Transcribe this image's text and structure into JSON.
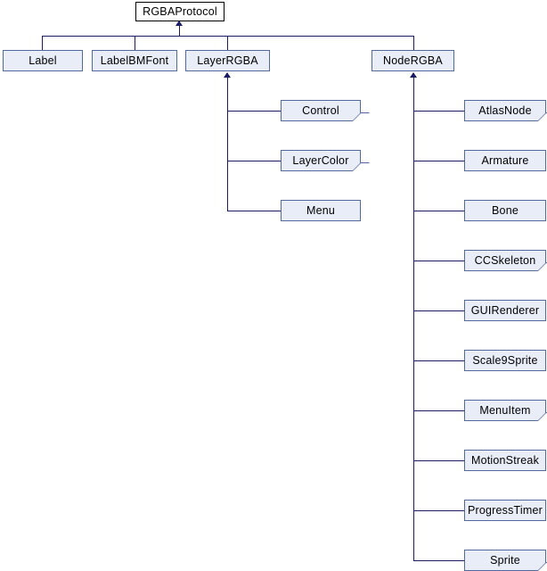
{
  "diagram": {
    "title": "RGBAProtocol inheritance diagram",
    "type": "uml-inheritance",
    "colors": {
      "node_fill": "#e8edf7",
      "node_border": "#51699e",
      "root_fill": "#ffffff",
      "root_border": "#000000",
      "connector": "#1b1b66",
      "background": "#ffffff",
      "text": "#000000"
    },
    "root": {
      "label": "RGBAProtocol"
    },
    "level1": [
      {
        "label": "Label",
        "folded": false
      },
      {
        "label": "LabelBMFont",
        "folded": false
      },
      {
        "label": "LayerRGBA",
        "folded": false
      },
      {
        "label": "NodeRGBA",
        "folded": false
      }
    ],
    "layerrgba_children": [
      {
        "label": "Control",
        "folded": true
      },
      {
        "label": "LayerColor",
        "folded": true
      },
      {
        "label": "Menu",
        "folded": false
      }
    ],
    "noderbga_children": [
      {
        "label": "AtlasNode",
        "folded": true
      },
      {
        "label": "Armature",
        "folded": false
      },
      {
        "label": "Bone",
        "folded": false
      },
      {
        "label": "CCSkeleton",
        "folded": true
      },
      {
        "label": "GUIRenderer",
        "folded": false
      },
      {
        "label": "Scale9Sprite",
        "folded": false
      },
      {
        "label": "MenuItem",
        "folded": true
      },
      {
        "label": "MotionStreak",
        "folded": false
      },
      {
        "label": "ProgressTimer",
        "folded": false
      },
      {
        "label": "Sprite",
        "folded": true
      }
    ]
  }
}
